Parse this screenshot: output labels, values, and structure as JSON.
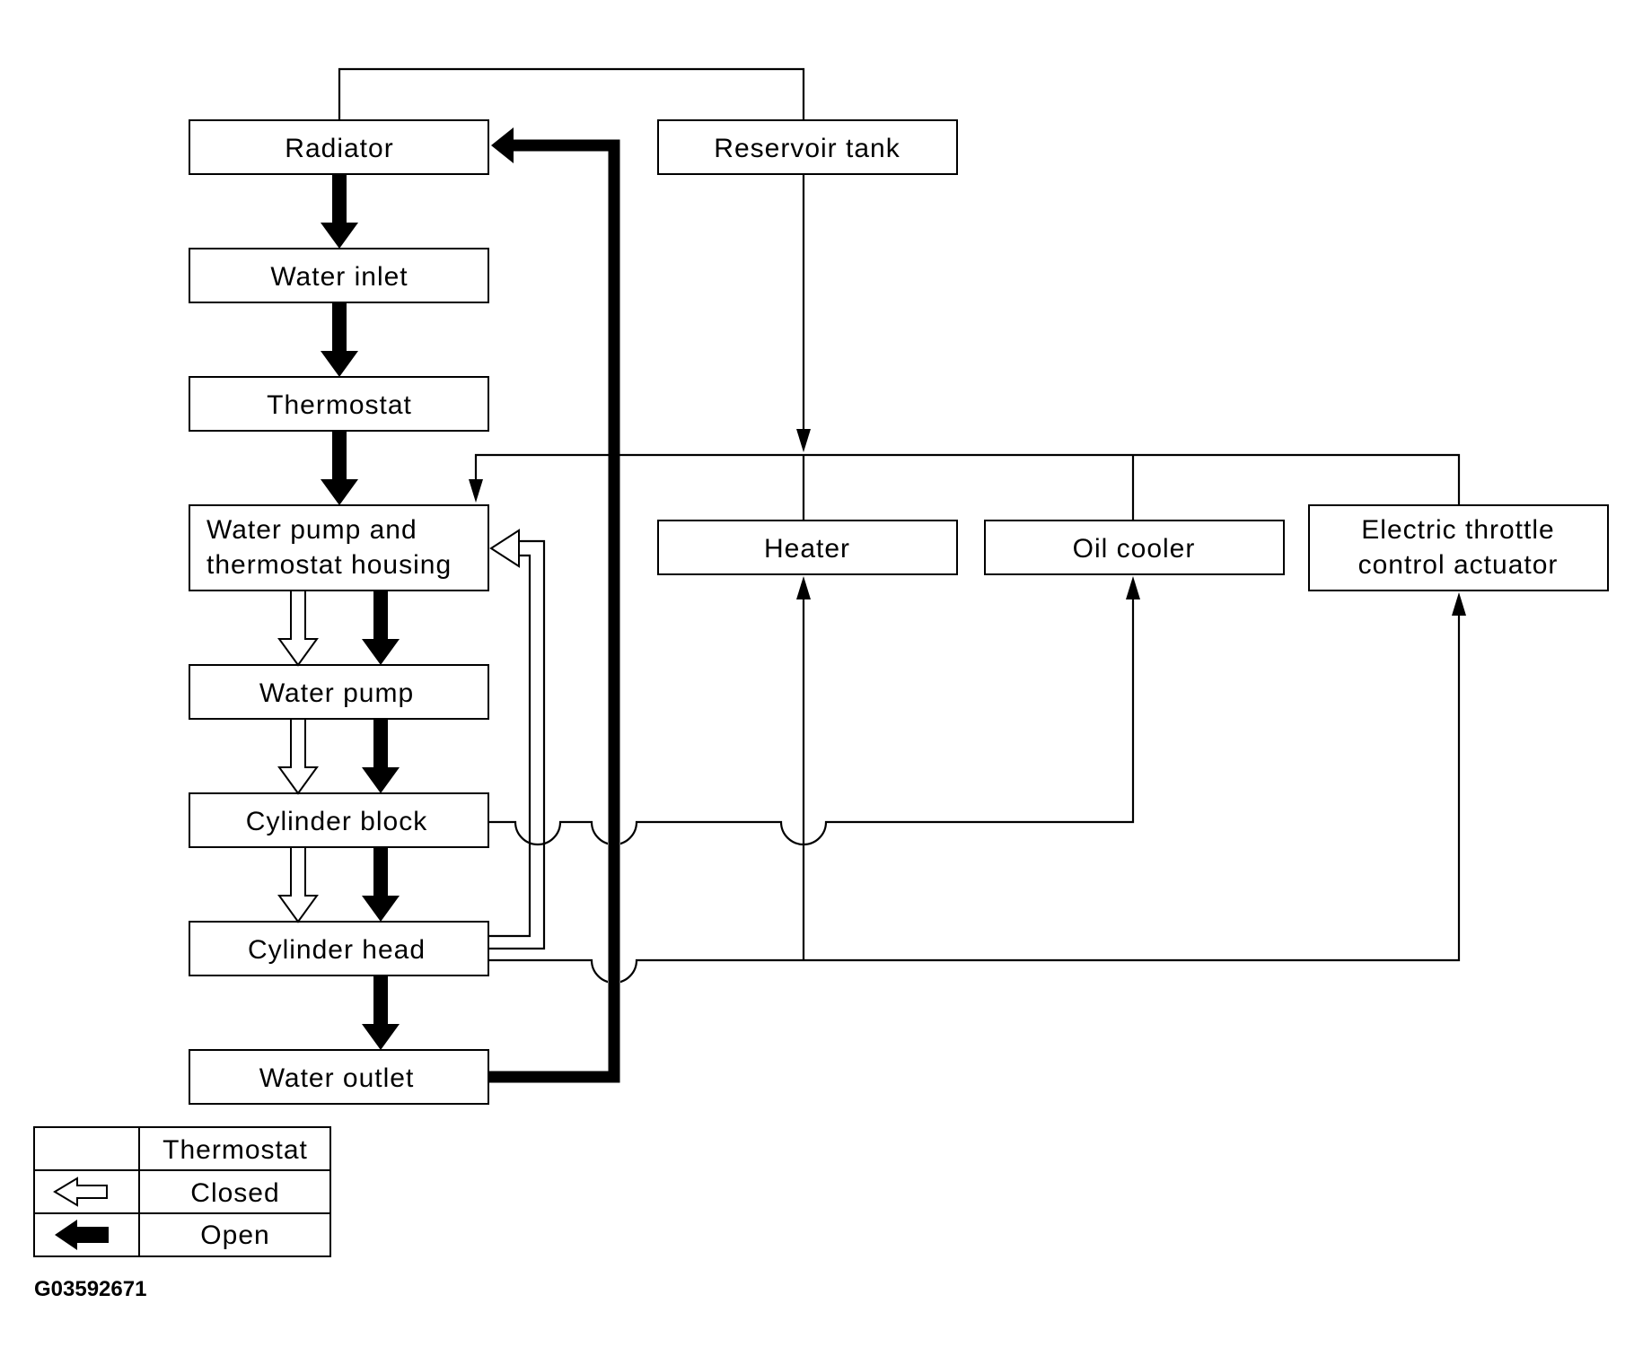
{
  "components": {
    "radiator": "Radiator",
    "reservoir_tank": "Reservoir tank",
    "water_inlet": "Water inlet",
    "thermostat": "Thermostat",
    "pump_housing_line1": "Water pump and",
    "pump_housing_line2": "thermostat housing",
    "heater": "Heater",
    "oil_cooler": "Oil cooler",
    "throttle_line1": "Electric throttle",
    "throttle_line2": "control actuator",
    "water_pump": "Water pump",
    "cylinder_block": "Cylinder block",
    "cylinder_head": "Cylinder head",
    "water_outlet": "Water outlet"
  },
  "legend": {
    "header": "Thermostat",
    "closed": "Closed",
    "open": "Open",
    "closed_symbol": "hollow-arrow",
    "open_symbol": "solid-arrow"
  },
  "figure_code": "G03592671",
  "colors": {
    "line": "#000000",
    "background": "#ffffff"
  }
}
